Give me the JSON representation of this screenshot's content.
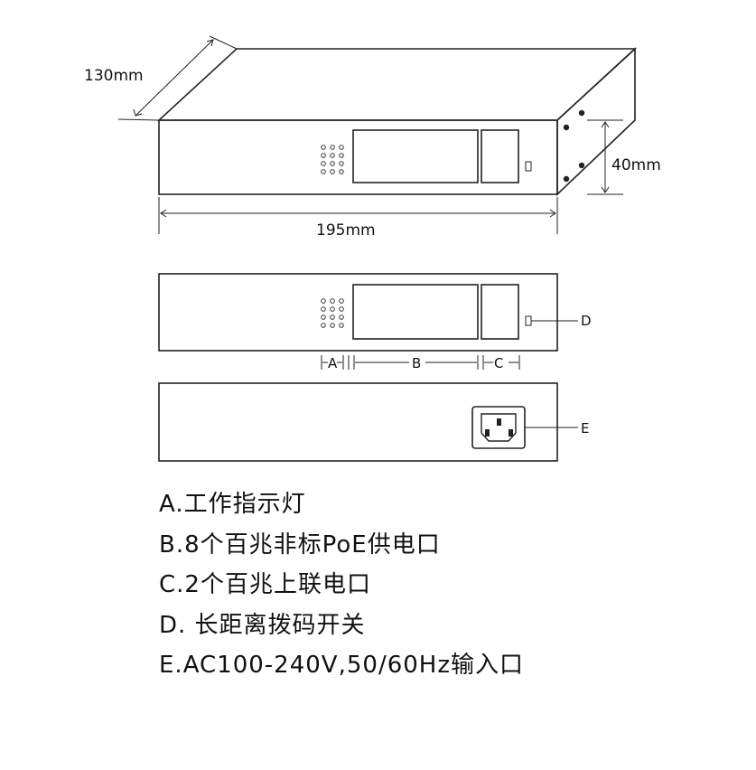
{
  "dimensions": {
    "depth": "130mm",
    "width": "195mm",
    "height": "40mm"
  },
  "front_labels": {
    "a": "A",
    "b": "B",
    "c": "C",
    "d": "D"
  },
  "rear_labels": {
    "e": "E"
  },
  "legend": [
    "A.工作指示灯",
    "B.8个百兆非标PoE供电口",
    "C.2个百兆上联电口",
    "D. 长距离拨码开关",
    "E.AC100-240V,50/60Hz输入口"
  ]
}
